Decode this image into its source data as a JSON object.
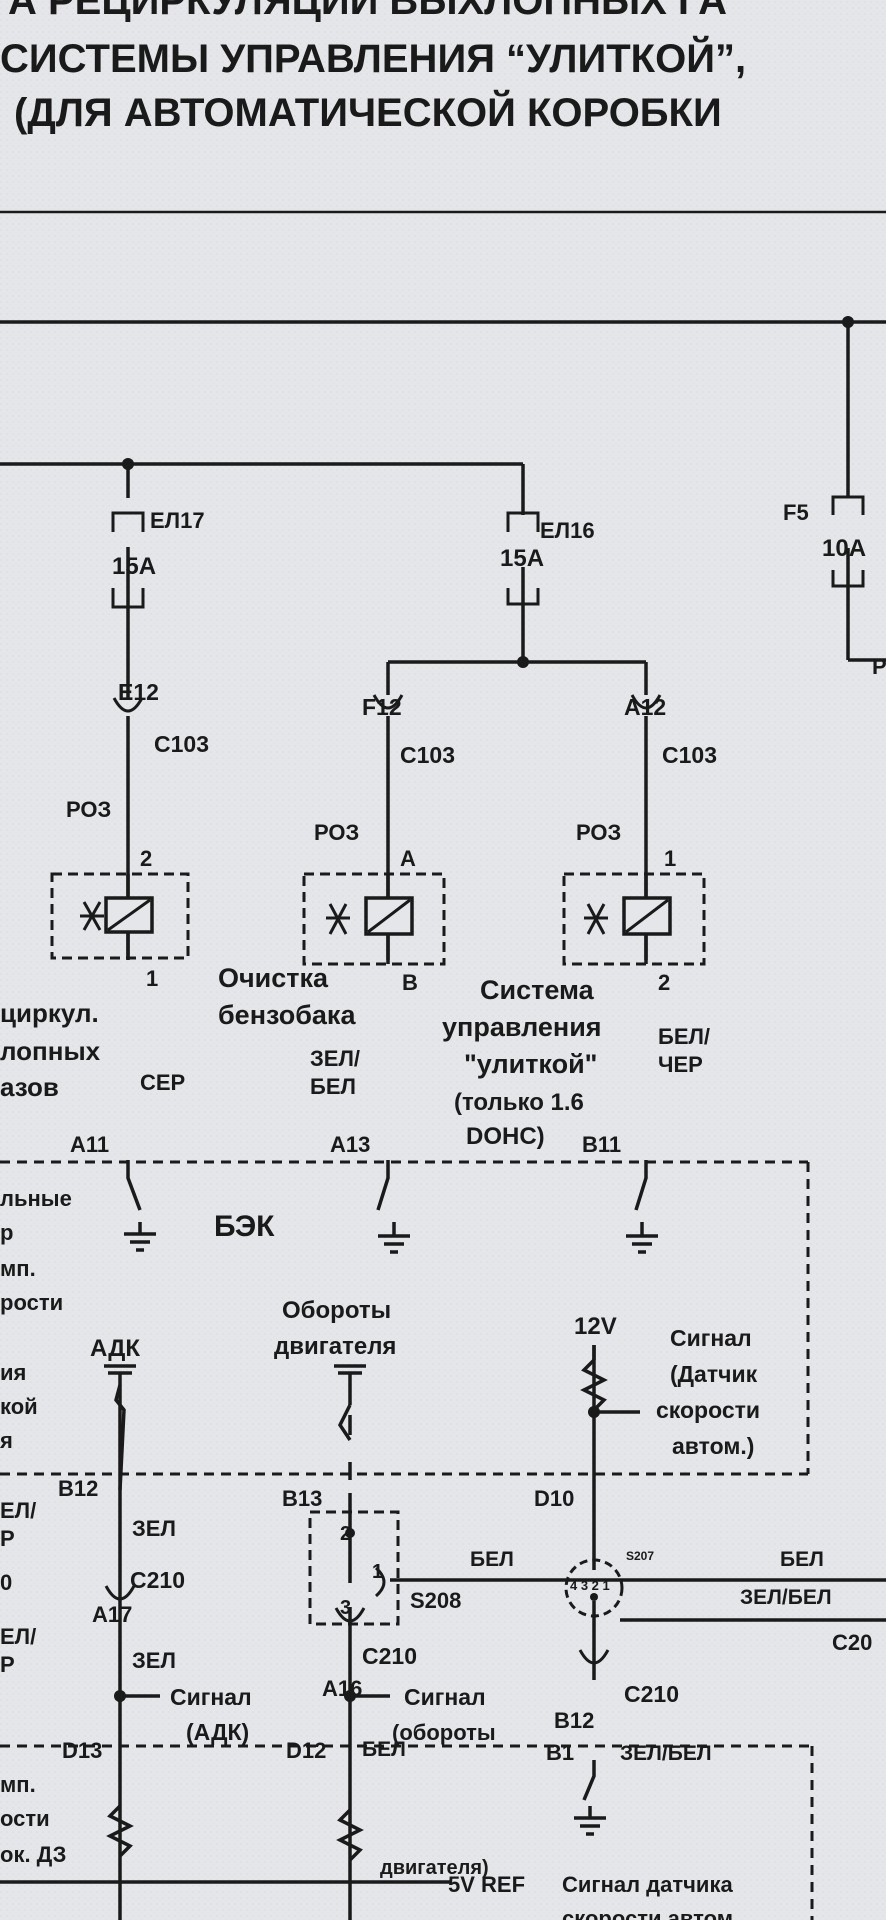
{
  "title_lines": [
    "А РЕЦИРКУЛЯЦИИ ВЫХЛОПНЫХ ГА",
    "СИСТЕМЫ УПРАВЛЕНИЯ “УЛИТКОЙ”,",
    "(ДЛЯ АВТОМАТИЧЕСКОЙ КОРОБКИ"
  ],
  "fuses": [
    {
      "id": "EF17",
      "name": "EЛ17",
      "amps": "15A"
    },
    {
      "id": "EF16",
      "name": "EЛ16",
      "amps": "15A"
    },
    {
      "id": "F5",
      "name": "F5",
      "amps": "10A"
    }
  ],
  "connectors": {
    "e12": "E12",
    "f12": "F12",
    "a12": "A12",
    "c103": "C103",
    "a11": "A11",
    "a13": "A13",
    "b11": "B11",
    "b12_top": "B12",
    "b13": "B13",
    "d10": "D10",
    "c210": "C210",
    "a17": "A17",
    "a16": "A16",
    "b12_bot": "B12",
    "d13": "D13",
    "d12": "D12",
    "b1": "B1",
    "s208": "S208",
    "s207": "S207",
    "c20": "C20"
  },
  "pins": {
    "p2": "2",
    "p1": "1",
    "pa": "A",
    "pb": "B",
    "p1_right": "1",
    "p2_right": "2",
    "s208_2": "2",
    "s208_1": "1",
    "s208_3": "3",
    "s207_pins": "4 3 2 1"
  },
  "wires": {
    "roz": "РОЗ",
    "ser": "СЕР",
    "zel": "ЗЕЛ",
    "bel": "БЕЛ",
    "zel_slash": "ЗЕЛ/",
    "bel_plain": "БЕЛ",
    "bel_slash": "БЕЛ/",
    "cher": "ЧЕР",
    "zelbel": "ЗЕЛ/БЕЛ",
    "p_cut": "Р"
  },
  "labels": {
    "egr_1": "циркул.",
    "egr_2": "лопных",
    "egr_3": "азов",
    "purge_1": "Очистка",
    "purge_2": "бензобака",
    "snail_1": "Система",
    "snail_2": "управления",
    "snail_3": "\"улиткой\"",
    "snail_4": "(только 1.6",
    "snail_5": "DOHC)",
    "ecu": "БЭК",
    "adk": "АДК",
    "rpm_1": "Обороты",
    "rpm_2": "двигателя",
    "v12": "12V",
    "vss_1": "Сигнал",
    "vss_2": "(Датчик",
    "vss_3": "скорости",
    "vss_4": "автом.)",
    "sig_adk_1": "Сигнал",
    "sig_adk_2": "(АДК)",
    "sig_rpm_1": "Сигнал",
    "sig_rpm_2": "(обороты",
    "sig_rpm_3": "двигателя)",
    "v5ref": "5V REF",
    "vss_sig_1": "Сигнал датчика",
    "vss_sig_2": "скорости автом."
  },
  "left_cut": {
    "l1": "льные",
    "l2": "р",
    "l3": "мп.",
    "l4": "рости",
    "l5": "ия",
    "l6": "кой",
    "l7": "я",
    "l8": "ЕЛ/",
    "l9": "Р",
    "l10": "0",
    "l11": "ЕЛ/",
    "l12": "Р",
    "l13": "мп.",
    "l14": "ости",
    "l15": "ок. ДЗ"
  }
}
